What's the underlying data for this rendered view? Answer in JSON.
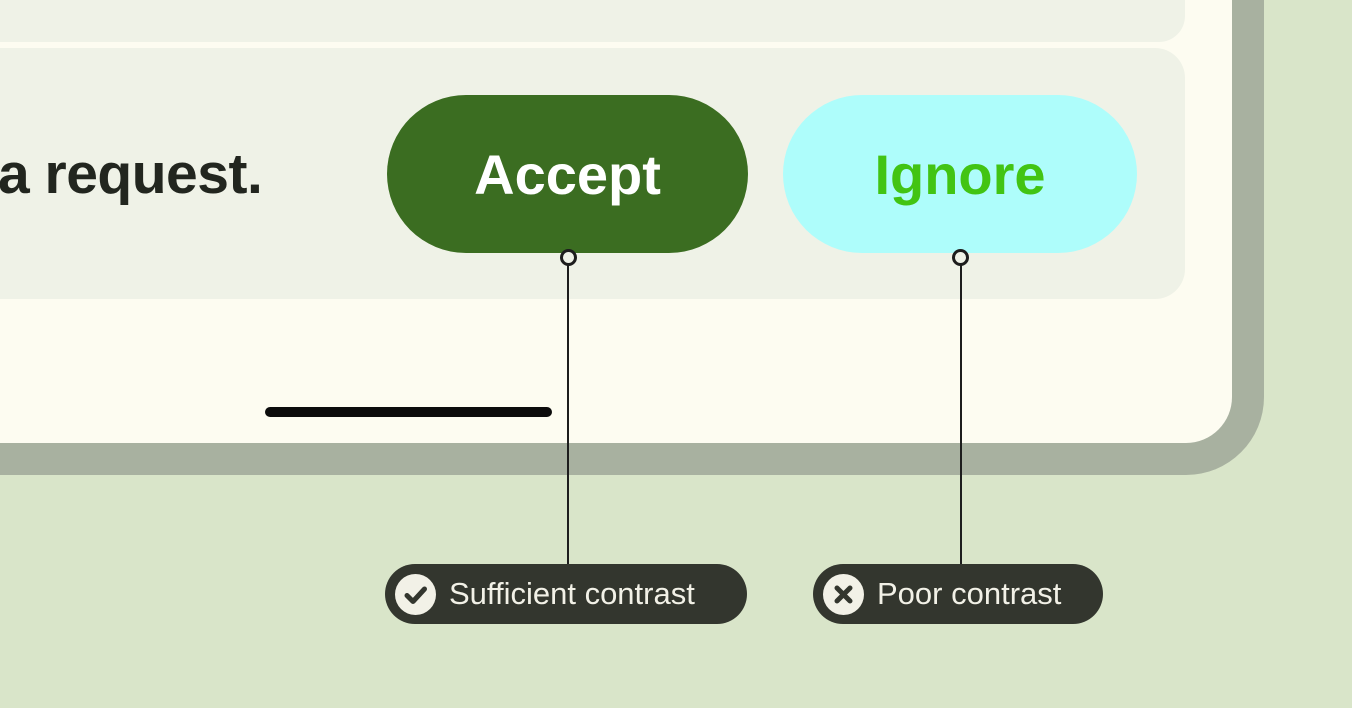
{
  "screen": {
    "message_fragment": "a request.",
    "accept_button": {
      "label": "Accept"
    },
    "ignore_button": {
      "label": "Ignore"
    }
  },
  "annotations": {
    "sufficient": {
      "label": "Sufficient contrast",
      "icon": "check-circle"
    },
    "poor": {
      "label": "Poor contrast",
      "icon": "cross-circle"
    }
  },
  "colors": {
    "page_background": "#d9e5c9",
    "device_frame": "#a8b1a0",
    "screen_background": "#fdfcf1",
    "panel_background": "#eff2e7",
    "accept_button_bg": "#3b6d21",
    "accept_button_fg": "#ffffff",
    "ignore_button_bg": "#aefdfb",
    "ignore_button_fg": "#42c413",
    "annotation_bg": "#33362e",
    "annotation_fg": "#f2f1e7",
    "message_fg": "#22261f",
    "home_indicator": "#0c0c0c"
  }
}
